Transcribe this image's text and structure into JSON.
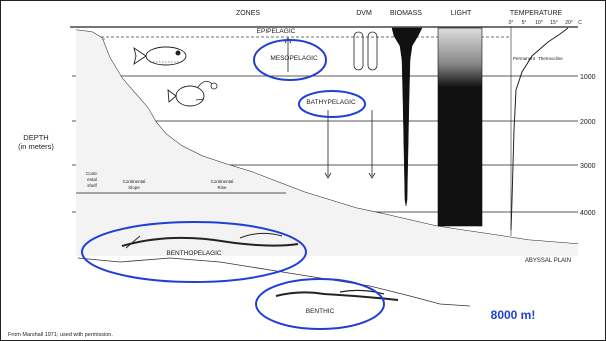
{
  "headers": {
    "zones": "ZONES",
    "dvm": "DVM",
    "biomass": "BIOMASS",
    "light": "LIGHT",
    "temperature": "TEMPERATURE"
  },
  "temperature_ticks": [
    "0°",
    "5°",
    "10°",
    "15°",
    "20°",
    "C"
  ],
  "temperature_labels": {
    "permanent": "Permanent",
    "thermocline": "Thermocline"
  },
  "depth_axis": {
    "label_line1": "DEPTH",
    "label_line2": "(in meters)",
    "ticks": [
      "1000",
      "2000",
      "3000",
      "4000"
    ]
  },
  "zones": {
    "epipelagic": "EPIPELAGIC",
    "mesopelagic": "MESOPELAGIC",
    "bathypelagic": "BATHYPELAGIC",
    "benthopelagic": "BENTHOPELAGIC",
    "benthic": "BENTHIC"
  },
  "seafloor_regions": {
    "shelf_line1": "Conti-",
    "shelf_line2": "ental",
    "shelf_line3": "shelf",
    "slope_line1": "Continental",
    "slope_line2": "Slope",
    "rise_line1": "Continental",
    "rise_line2": "Rise",
    "abyssal_plain": "ABYSSAL PLAIN"
  },
  "annotation": "8000 m!",
  "credit": "From Marshall 1971; used with permission.",
  "colors": {
    "highlight_ellipse": "#1f3fd6",
    "annotation_text": "#1f3fd6",
    "ink": "#1a1a1a"
  }
}
